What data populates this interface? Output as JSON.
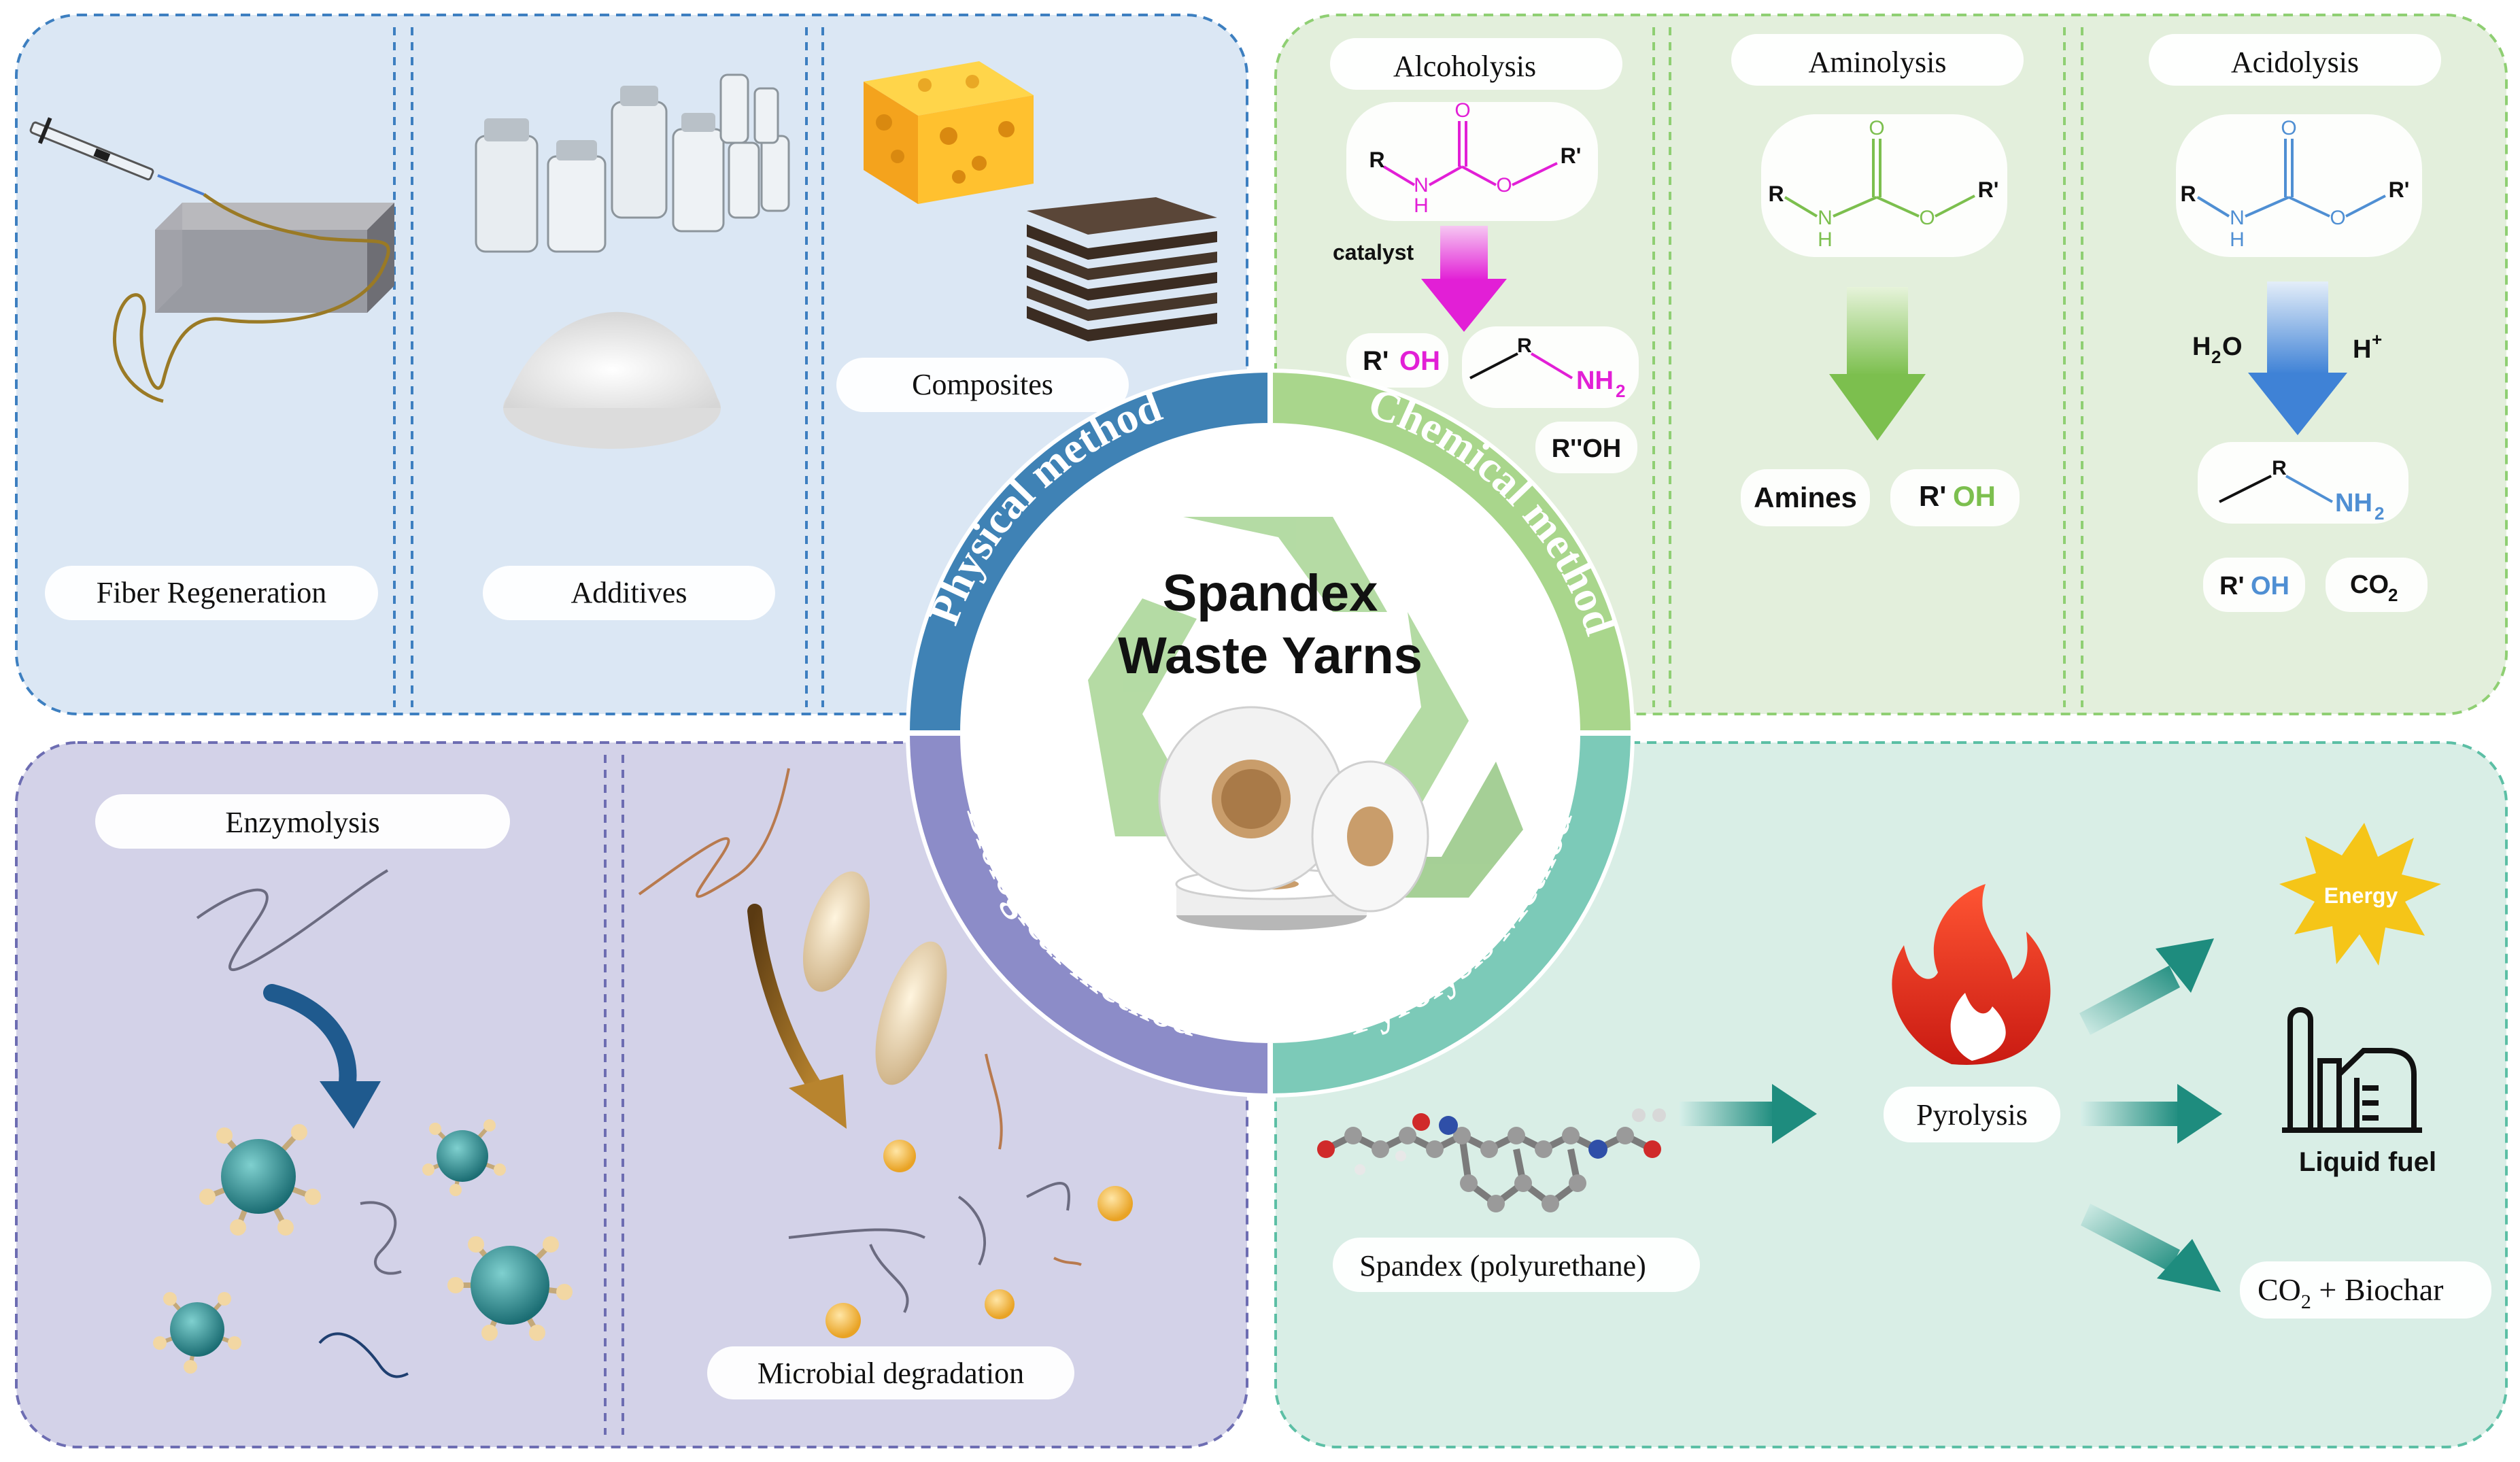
{
  "center": {
    "title_line1": "Spandex",
    "title_line2": "Waste Yarns"
  },
  "ring": {
    "physical": "Physical method",
    "chemical": "Chemical method",
    "biological": "Biological method",
    "pyrolysis": "Pyrolysis Method"
  },
  "physical": {
    "fiber_regeneration": "Fiber Regeneration",
    "additives": "Additives",
    "composites": "Composites"
  },
  "chemical": {
    "alcoholysis": "Alcoholysis",
    "aminolysis": "Aminolysis",
    "acidolysis": "Acidolysis",
    "catalyst": "catalyst",
    "alc_products": {
      "roh": "OH",
      "roh_prefix": "R'",
      "amine_r": "R",
      "amine_nh2": "NH",
      "amine_sub": "2",
      "rdoubleprime": "R''OH"
    },
    "ami_products": {
      "amines": "Amines",
      "roh_prefix": "R'",
      "roh": "OH"
    },
    "acid_conditions": {
      "h2o": "H",
      "h2o_sub": "2",
      "h2o_o": "O",
      "hplus": "H",
      "hplus_sup": "+"
    },
    "acid_products": {
      "amine_r": "R",
      "amine_nh2": "NH",
      "amine_sub": "2",
      "roh_prefix": "R'",
      "roh": "OH",
      "co2": "CO",
      "co2_sub": "2"
    },
    "structure_labels": {
      "r": "R",
      "rprime": "R'",
      "n": "N",
      "h": "H",
      "o": "O"
    }
  },
  "biological": {
    "enzymolysis": "Enzymolysis",
    "microbial": "Microbial degradation"
  },
  "pyrolysis": {
    "spandex": "Spandex (polyurethane)",
    "pyrolysis": "Pyrolysis",
    "energy": "Energy",
    "liquid_fuel": "Liquid fuel",
    "co2_biochar_a": "CO",
    "co2_biochar_sub": "2",
    "co2_biochar_b": " + Biochar"
  },
  "colors": {
    "physical_panel": "#dbe7f4",
    "chemical_panel": "#e3efdc",
    "biological_panel": "#d3d2e8",
    "pyrolysis_panel": "#d9eee6",
    "ring_physical": "#3f82b5",
    "ring_chemical": "#a9d68c",
    "ring_biological": "#8c8cc8",
    "ring_pyrolysis": "#7ccab8",
    "magenta": "#e21fd6",
    "green": "#7cbf4e",
    "blue": "#4f8fd3",
    "teal": "#1e8c7e"
  }
}
